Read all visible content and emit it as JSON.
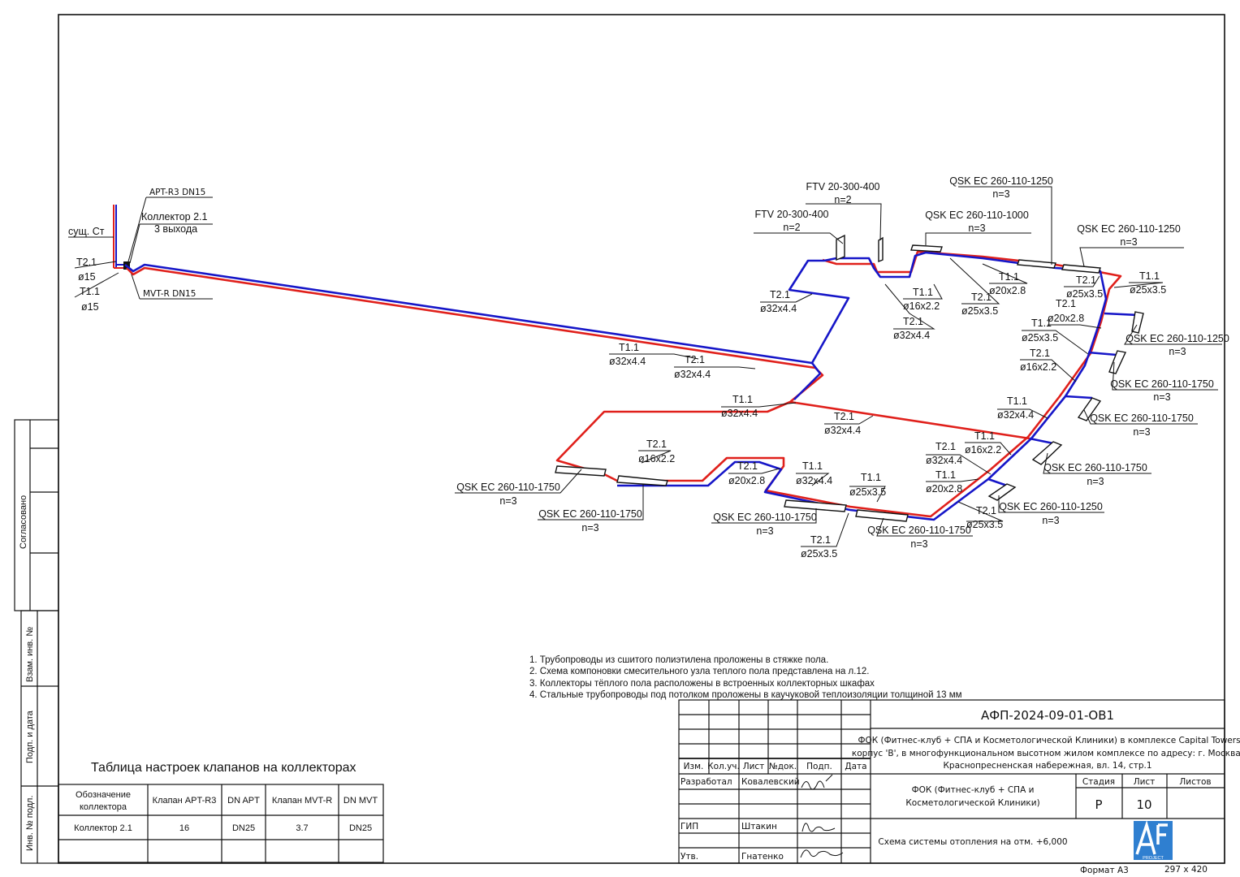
{
  "colors": {
    "supply": "#e0201b",
    "return": "#1616c8",
    "ink": "#111111",
    "logo": "#2f7fd0"
  },
  "diagram": {
    "riser": {
      "pipe": "сущ. Ст",
      "valve_top": "APT-R3 DN15",
      "valve_bottom": "MVT-R DN15",
      "collector": "Коллектор 2.1",
      "outlets": "3 выхода",
      "t2": "T2.1",
      "t2_d": "ø15",
      "t1": "T1.1",
      "t1_d": "ø15"
    },
    "pipe_labels": [
      {
        "id": "pl-a",
        "name": "T1.1",
        "d": "ø32x4.4"
      },
      {
        "id": "pl-b",
        "name": "T2.1",
        "d": "ø32x4.4"
      },
      {
        "id": "pl-c",
        "name": "T2.1",
        "d": "ø32x4.4"
      },
      {
        "id": "pl-d",
        "name": "T1.1",
        "d": "ø16x2.2"
      },
      {
        "id": "pl-e",
        "name": "T2.1",
        "d": "ø32x4.4"
      },
      {
        "id": "pl-f",
        "name": "T2.1",
        "d": "ø25x3.5"
      },
      {
        "id": "pl-g",
        "name": "T1.1",
        "d": "ø20x2.8"
      },
      {
        "id": "pl-h",
        "name": "T2.1",
        "d": "ø25x3.5"
      },
      {
        "id": "pl-i",
        "name": "T1.1",
        "d": "ø25x3.5"
      },
      {
        "id": "pl-j",
        "name": "T2.1",
        "d": "ø20x2.8"
      },
      {
        "id": "pl-k",
        "name": "T1.1",
        "d": "ø25x3.5"
      },
      {
        "id": "pl-l",
        "name": "T2.1",
        "d": "ø16x2.2"
      },
      {
        "id": "pl-m",
        "name": "T1.1",
        "d": "ø32x4.4"
      },
      {
        "id": "pl-n",
        "name": "T2.1",
        "d": "ø32x4.4"
      },
      {
        "id": "pl-o",
        "name": "T1.1",
        "d": "ø32x4.4"
      },
      {
        "id": "pl-p",
        "name": "T1.1",
        "d": "ø16x2.2"
      },
      {
        "id": "pl-q",
        "name": "T2.1",
        "d": "ø32x4.4"
      },
      {
        "id": "pl-r",
        "name": "T1.1",
        "d": "ø20x2.8"
      },
      {
        "id": "pl-s",
        "name": "T2.1",
        "d": "ø25x3.5"
      },
      {
        "id": "pl-t",
        "name": "T2.1",
        "d": "ø16x2.2"
      },
      {
        "id": "pl-u",
        "name": "T2.1",
        "d": "ø20x2.8"
      },
      {
        "id": "pl-v",
        "name": "T1.1",
        "d": "ø32x4.4"
      },
      {
        "id": "pl-w",
        "name": "T1.1",
        "d": "ø25x3.5"
      },
      {
        "id": "pl-x",
        "name": "T2.1",
        "d": "ø25x3.5"
      }
    ],
    "radiators": [
      {
        "id": "r1",
        "model": "FTV 20-300-400",
        "n": "n=2"
      },
      {
        "id": "r2",
        "model": "FTV 20-300-400",
        "n": "n=2"
      },
      {
        "id": "r3",
        "model": "QSK EC 260-110-1250",
        "n": "n=3"
      },
      {
        "id": "r4",
        "model": "QSK EC 260-110-1000",
        "n": "n=3"
      },
      {
        "id": "r5",
        "model": "QSK EC 260-110-1250",
        "n": "n=3"
      },
      {
        "id": "r6",
        "model": "QSK EC 260-110-1250",
        "n": "n=3"
      },
      {
        "id": "r7",
        "model": "QSK EC 260-110-1750",
        "n": "n=3"
      },
      {
        "id": "r8",
        "model": "QSK EC 260-110-1750",
        "n": "n=3"
      },
      {
        "id": "r9",
        "model": "QSK EC 260-110-1750",
        "n": "n=3"
      },
      {
        "id": "r10",
        "model": "QSK EC 260-110-1250",
        "n": "n=3"
      },
      {
        "id": "r11",
        "model": "QSK EC 260-110-1750",
        "n": "n=3"
      },
      {
        "id": "r12",
        "model": "QSK EC 260-110-1750",
        "n": "n=3"
      },
      {
        "id": "r13",
        "model": "QSK EC 260-110-1750",
        "n": "n=3"
      },
      {
        "id": "r14",
        "model": "QSK EC 260-110-1750",
        "n": "n=3"
      }
    ]
  },
  "notes": [
    "1. Трубопроводы из сшитого полиэтилена проложены в стяжке пола.",
    "2. Схема компоновки смесительного узла теплого пола представлена на л.12.",
    "3. Коллекторы тёплого пола расположены в встроенных коллекторных шкафах",
    "4. Стальные трубопроводы под потолком проложены в каучуковой теплоизоляции толщиной 13 мм"
  ],
  "valve_table": {
    "title": "Таблица настроек клапанов на коллекторах",
    "headers": [
      "Обозначение коллектора",
      "Клапан APT-R3",
      "DN APT",
      "Клапан MVT-R",
      "DN MVT"
    ],
    "rows": [
      [
        "Коллектор 2.1",
        "16",
        "DN25",
        "3.7",
        "DN25"
      ]
    ]
  },
  "left_strip": {
    "agreed": "Согласовано",
    "vzam": "Взам. инв. №",
    "podp": "Подп. и дата",
    "inv": "Инв. № подл."
  },
  "title_block": {
    "code": "АФП-2024-09-01-ОВ1",
    "project_line1": "ФОК (Фитнес-клуб + СПА и Косметологической Клиники) в комплексе Capital Towers",
    "project_line2": "корпус 'В', в многофункциональном высотном жилом комплексе по адресу: г. Москва,",
    "project_line3": "Краснопресненская набережная, вл. 14, стр.1",
    "col_headers": [
      "Изм.",
      "Кол.уч.",
      "Лист",
      "№док.",
      "Подп.",
      "Дата"
    ],
    "roles": [
      {
        "role": "Разработал",
        "name": "Ковалевский"
      },
      {
        "role": "ГИП",
        "name": "Штакин"
      },
      {
        "role": "Утв.",
        "name": "Гнатенко"
      }
    ],
    "object_line1": "ФОК (Фитнес-клуб + СПА и",
    "object_line2": "Косметологической Клиники)",
    "drawing_name": "Схема системы отопления на отм. +6,000",
    "stage_label": "Стадия",
    "sheet_label": "Лист",
    "sheets_label": "Листов",
    "stage": "Р",
    "sheet": "10",
    "sheets": "",
    "format": "Формат А3",
    "format_size": "297 x 420",
    "logo_text": "PROJECT"
  }
}
